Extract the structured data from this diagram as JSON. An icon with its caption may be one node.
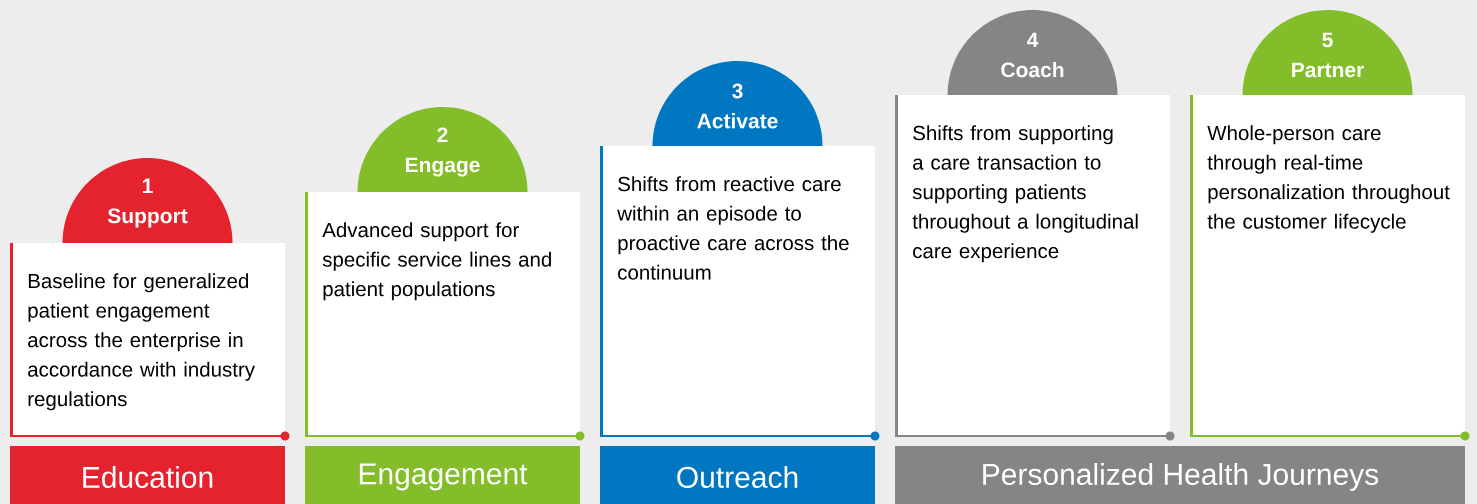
{
  "diagram": {
    "nodes": [
      {
        "text": [
          "1",
          "Support"
        ]
      },
      {
        "text": [
          "Baseline for generalized patient engagement across the enterprise in accordance with industry regulations"
        ]
      },
      {
        "text": [
          "2",
          "Engage"
        ]
      },
      {
        "text": [
          "Advanced support for specific service lines and patient populations"
        ]
      },
      {
        "text": [
          "3",
          "Activate"
        ]
      },
      {
        "text": [
          "Shifts from reactive care within an episode to proactive care across the continuum"
        ]
      },
      {
        "text": [
          "4",
          "Coach"
        ]
      },
      {
        "text": [
          "Shifts from supporting a care transaction to supporting patients throughout a longitudinal care experience"
        ]
      },
      {
        "text": [
          "5",
          "Partner"
        ]
      },
      {
        "text": [
          "Whole-person care through real-time personalization throughout the customer lifecycle"
        ]
      },
      {
        "text": [
          "Education"
        ]
      },
      {
        "text": [
          "Engagement"
        ]
      },
      {
        "text": [
          "Outreach"
        ]
      },
      {
        "text": [
          "Personalized Health Journeys"
        ]
      }
    ]
  }
}
